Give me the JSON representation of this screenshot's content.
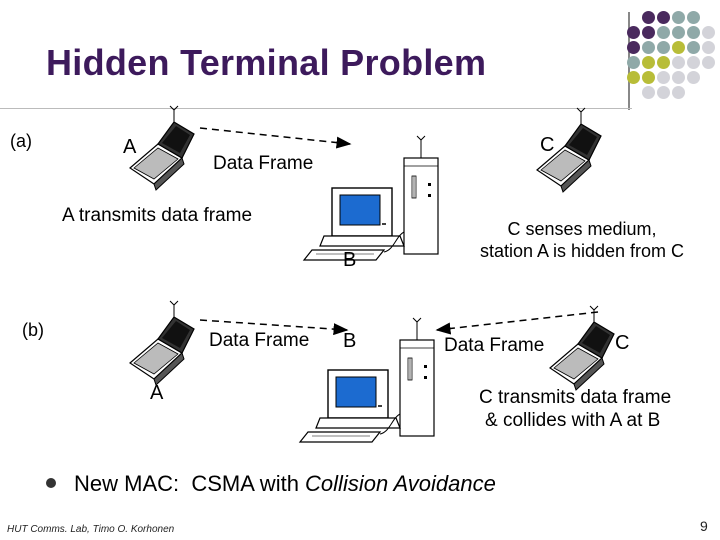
{
  "title": "Hidden Terminal Problem",
  "colors": {
    "title": "#3d1a5c",
    "dot_purple": "#4a2a5e",
    "dot_teal": "#8fa9a8",
    "dot_olive": "#b8bd38",
    "dot_gray": "#d3d3d9"
  },
  "panel_a": {
    "label": "(a)",
    "node_a": "A",
    "node_b": "B",
    "node_c": "C",
    "frame_label": "Data Frame",
    "caption_left": "A transmits data frame",
    "caption_right_1": "C senses medium,",
    "caption_right_2": "station A is hidden from C"
  },
  "panel_b": {
    "label": "(b)",
    "node_a": "A",
    "node_b": "B",
    "node_c": "C",
    "frame_label_left": "Data Frame",
    "frame_label_right": "Data Frame",
    "caption_right_1": "C transmits data frame",
    "caption_right_2": "& collides with A at B"
  },
  "bullet": {
    "prefix": "New MAC:  CSMA with ",
    "emphasis": "Collision Avoidance"
  },
  "footer": {
    "left": "HUT Comms. Lab, Timo O. Korhonen",
    "page": "9"
  },
  "icons": [
    "laptop-icon",
    "desktop-computer-icon",
    "antenna-icon"
  ]
}
